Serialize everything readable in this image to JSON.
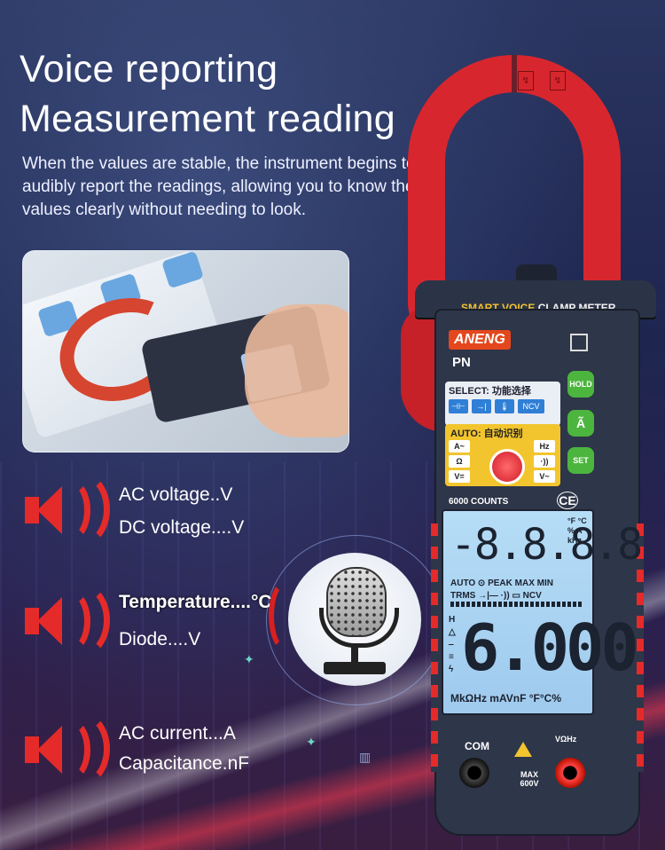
{
  "title": {
    "line1": "Voice reporting",
    "line2": "Measurement reading"
  },
  "subtitle": "When the values are stable, the instrument begins to audibly report the readings, allowing you to know the values clearly without needing to look.",
  "features": [
    {
      "labels": [
        "AC voltage..V",
        "DC voltage....V"
      ]
    },
    {
      "labels": [
        "Temperature....°C",
        "Diode....V"
      ]
    },
    {
      "labels": [
        "AC current...A",
        "Capacitance.nF"
      ]
    }
  ],
  "icons": {
    "speaker": "speaker-icon",
    "microphone": "microphone-icon"
  },
  "meter": {
    "banner_part1": "SMART VOICE",
    "banner_part2": "CLAMP METER",
    "brand": "ANENG",
    "model": "PN",
    "select_label": "SELECT: 功能选择",
    "select_icons": [
      "⊣⊢",
      "→|",
      "🌡",
      "NCV"
    ],
    "auto_label": "AUTO: 自动识别",
    "auto_keys": [
      "A~",
      "Hz",
      "Ω",
      "·))",
      "V=",
      "V~"
    ],
    "buttons": [
      "HOLD",
      "Ã",
      "SET"
    ],
    "counts": "6000 COUNTS",
    "ce": "CE",
    "lcd": {
      "top_digits": "-8.8.8.8",
      "top_units": "°F °C % A kHz",
      "row1": "AUTO ⊙ PEAK MAX MIN",
      "row2": "TRMS →|— ·)) ▭ NCV",
      "main_digits": "6.000",
      "left_symbols": "H △ ‒ ≡ ϟ",
      "bottom_units": "MkΩHz mAVnF °F°C%"
    },
    "com_label": "COM",
    "vohz_label": "VΩHz",
    "max_label": "MAX 600V"
  },
  "colors": {
    "accent_red": "#e52a2a",
    "meter_body": "#2e3649",
    "lcd": "#b6ddf6",
    "select_blue": "#2f7fd6",
    "auto_yellow": "#f2c52e",
    "button_green": "#4cb53e"
  }
}
